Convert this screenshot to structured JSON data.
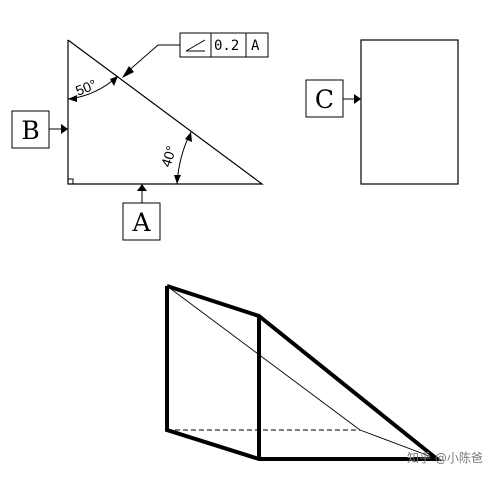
{
  "datums": {
    "a": "A",
    "b": "B",
    "c": "C"
  },
  "feature_control_frame": {
    "symbol": "angularity-icon",
    "tolerance": "0.2",
    "datum_ref": "A"
  },
  "angles": {
    "top": "50°",
    "right": "40°"
  },
  "watermark": "知乎 @小陈爸"
}
